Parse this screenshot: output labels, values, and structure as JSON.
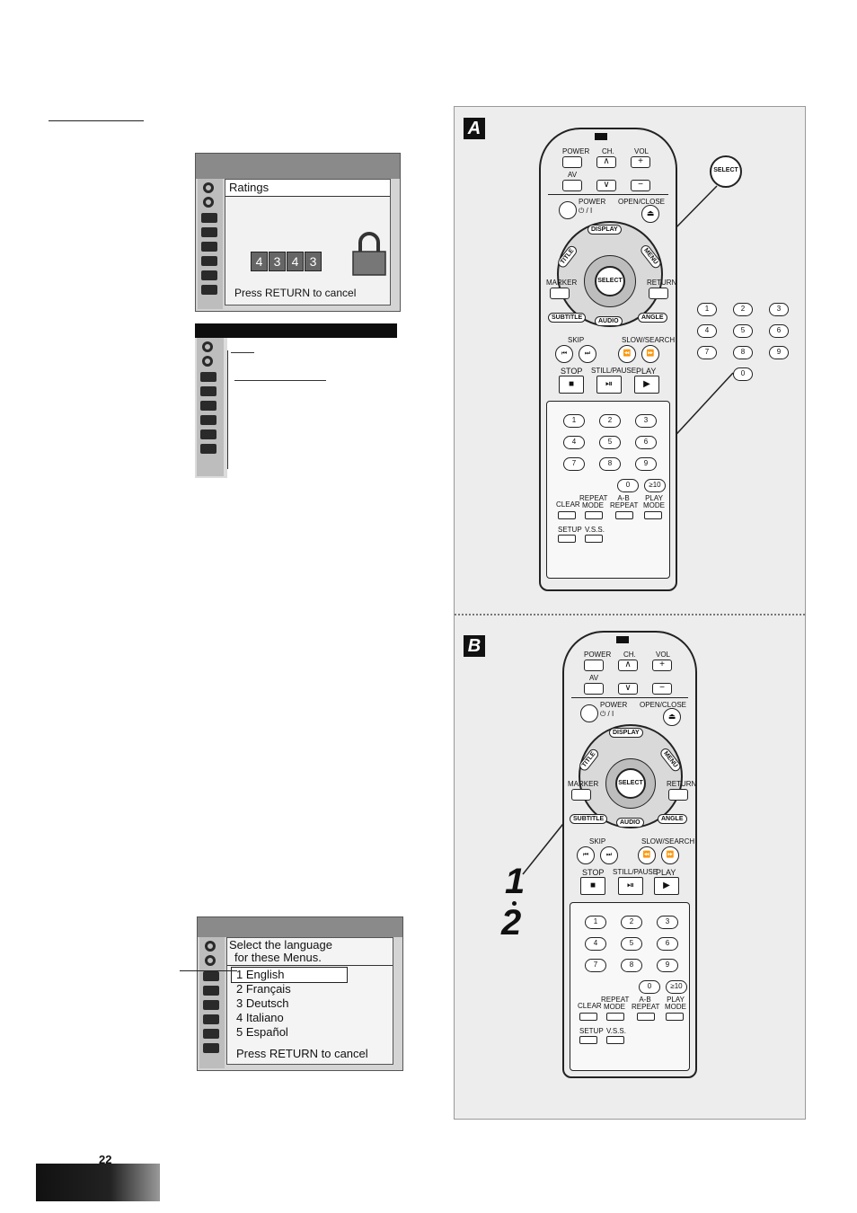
{
  "ratings_screen": {
    "title": "Ratings",
    "digits": [
      "4",
      "3",
      "4",
      "3"
    ],
    "hint": "Press RETURN to cancel"
  },
  "language_screen": {
    "title_line1": "Select the language",
    "title_line2": "for these Menus.",
    "options": [
      "1 English",
      "2 Français",
      "3 Deutsch",
      "4 Italiano",
      "5 Español"
    ],
    "hint": "Press RETURN to cancel"
  },
  "panel_labels": {
    "a": "A",
    "b": "B"
  },
  "remote": {
    "power_tv": "POWER",
    "ch": "CH.",
    "vol": "VOL",
    "av": "AV",
    "power": "POWER",
    "power_symbol": "⏻ / I",
    "open_close": "OPEN/CLOSE",
    "display": "DISPLAY",
    "title": "TITLE",
    "menu": "MENU",
    "select": "SELECT",
    "marker": "MARKER",
    "return": "RETURN",
    "subtitle": "SUBTITLE",
    "audio": "AUDIO",
    "angle": "ANGLE",
    "skip": "SKIP",
    "slow_search": "SLOW/SEARCH",
    "stop": "STOP",
    "still_pause": "STILL/PAUSE",
    "play": "PLAY",
    "clear": "CLEAR",
    "repeat_mode": "REPEAT MODE",
    "ab_repeat": "A-B REPEAT",
    "play_mode": "PLAY MODE",
    "setup": "SETUP",
    "vss": "V.S.S.",
    "ten_plus": "≥10"
  },
  "numbers": [
    "1",
    "2",
    "3",
    "4",
    "5",
    "6",
    "7",
    "8",
    "9",
    "0"
  ],
  "steps": [
    "1",
    "2"
  ],
  "page_number": "22"
}
